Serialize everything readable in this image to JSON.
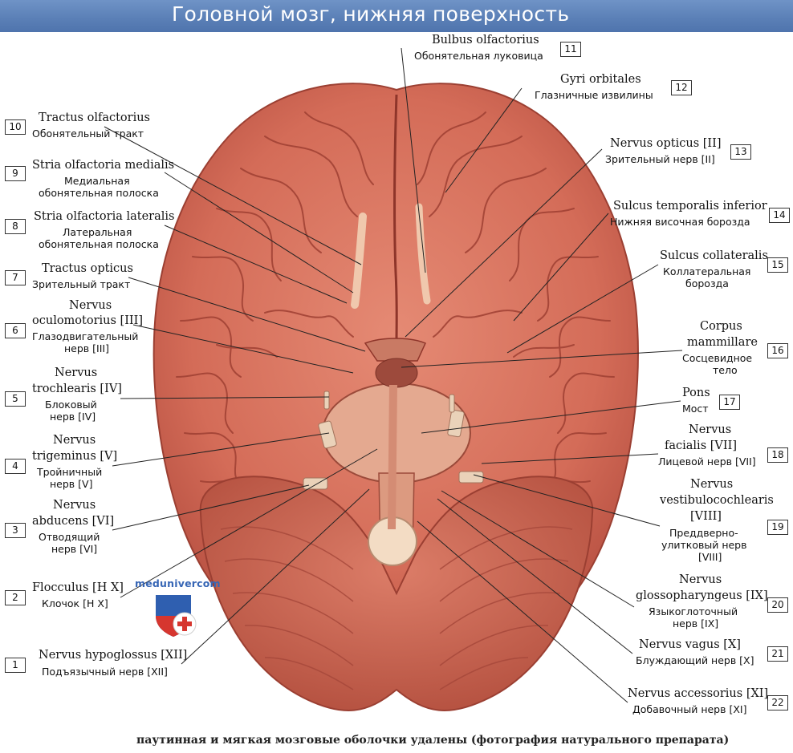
{
  "title": "Головной мозг, нижняя поверхность",
  "caption": "паутинная и мягкая мозговые оболочки удалены (фотография натурального препарата)",
  "watermark": "medunivercom",
  "colors": {
    "brain": "#d9725e",
    "brain_dark": "#a94637",
    "cerebellum": "#cf6b58",
    "nerve": "#e9c2a7",
    "title_bar": "#5a7fb6"
  },
  "labels": [
    {
      "number": "1",
      "latin": "Nervus hypoglossus [XII]",
      "russian": "Подъязычный нерв [XII]"
    },
    {
      "number": "2",
      "latin": "Flocculus [H X]",
      "russian": "Клочок [H X]"
    },
    {
      "number": "3",
      "latin": [
        "Nervus",
        "abducens [VI]"
      ],
      "russian": [
        "Отводящий",
        "нерв [VI]"
      ]
    },
    {
      "number": "4",
      "latin": [
        "Nervus",
        "trigeminus [V]"
      ],
      "russian": [
        "Тройничный",
        "нерв [V]"
      ]
    },
    {
      "number": "5",
      "latin": [
        "Nervus",
        "trochlearis [IV]"
      ],
      "russian": [
        "Блоковый",
        "нерв [IV]"
      ]
    },
    {
      "number": "6",
      "latin": [
        "Nervus",
        "oculomotorius [III]"
      ],
      "russian": [
        "Глазодвигательный",
        "нерв [III]"
      ]
    },
    {
      "number": "7",
      "latin": "Tractus opticus",
      "russian": "Зрительный тракт"
    },
    {
      "number": "8",
      "latin": "Stria olfactoria lateralis",
      "russian": [
        "Латеральная",
        "обонятельная полоска"
      ]
    },
    {
      "number": "9",
      "latin": "Stria olfactoria medialis",
      "russian": [
        "Медиальная",
        "обонятельная полоска"
      ]
    },
    {
      "number": "10",
      "latin": "Tractus olfactorius",
      "russian": "Обонятельный тракт"
    },
    {
      "number": "11",
      "latin": "Bulbus olfactorius",
      "russian": "Обонятельная луковица"
    },
    {
      "number": "12",
      "latin": "Gyri orbitales",
      "russian": "Глазничные извилины"
    },
    {
      "number": "13",
      "latin": "Nervus opticus [II]",
      "russian": "Зрительный нерв [II]"
    },
    {
      "number": "14",
      "latin": "Sulcus temporalis inferior",
      "russian": "Нижняя височная борозда"
    },
    {
      "number": "15",
      "latin": "Sulcus collateralis",
      "russian": [
        "Коллатеральная",
        "борозда"
      ]
    },
    {
      "number": "16",
      "latin": [
        "Corpus",
        "mammillare"
      ],
      "russian": [
        "Сосцевидное",
        "тело"
      ]
    },
    {
      "number": "17",
      "latin": "Pons",
      "russian": "Мост"
    },
    {
      "number": "18",
      "latin": [
        "Nervus",
        "facialis [VII]"
      ],
      "russian": "Лицевой нерв [VII]"
    },
    {
      "number": "19",
      "latin": [
        "Nervus",
        "vestibulocochlearis",
        "[VIII]"
      ],
      "russian": [
        "Преддверно-",
        "улитковый нерв",
        "[VIII]"
      ]
    },
    {
      "number": "20",
      "latin": [
        "Nervus",
        "glossopharyngeus [IX]"
      ],
      "russian": [
        "Языкоглоточный",
        "нерв [IX]"
      ]
    },
    {
      "number": "21",
      "latin": "Nervus vagus [X]",
      "russian": "Блуждающий нерв [X]"
    },
    {
      "number": "22",
      "latin": "Nervus accessorius [XI]",
      "russian": "Добавочный нерв [XI]"
    }
  ]
}
